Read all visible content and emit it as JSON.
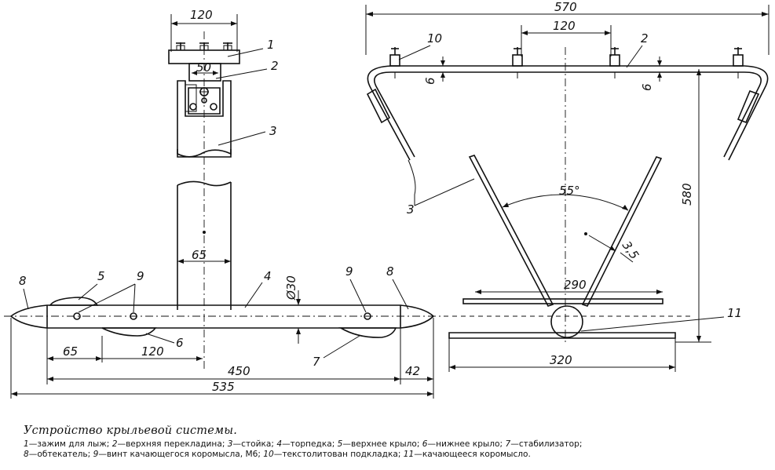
{
  "caption": {
    "title": "Устройство крыльевой системы.",
    "legend": [
      {
        "num": "1",
        "text": "зажим для лыж;"
      },
      {
        "num": "2",
        "text": "верхняя перекладина;"
      },
      {
        "num": "3",
        "text": "стойка;"
      },
      {
        "num": "4",
        "text": "торпедка;"
      },
      {
        "num": "5",
        "text": "верхнее крыло;"
      },
      {
        "num": "6",
        "text": "нижнее крыло;"
      },
      {
        "num": "7",
        "text": "стабилизатор;"
      },
      {
        "num": "8",
        "text": "обтекатель;"
      },
      {
        "num": "9",
        "text": "винт качающегося коромысла, М6;"
      },
      {
        "num": "10",
        "text": "текстолитован подкладка;"
      },
      {
        "num": "11",
        "text": "качающееся коромысло."
      }
    ]
  },
  "dimensions": {
    "clamp_spacing_side": "120",
    "stand_width": "50",
    "stand_tube": "65",
    "torpedo_diameter": "Ø30",
    "offset_front": "65",
    "wing_spacing": "120",
    "torpedo_length": "450",
    "total_length": "535",
    "tail_length": "42",
    "crossbar_length": "570",
    "clamp_spacing_front": "120",
    "pad_left": "6",
    "pad_right": "6",
    "height": "580",
    "wing_angle": "55°",
    "strut_thickness": "3,5",
    "upper_wing_span": "290",
    "lower_wing_span": "320"
  },
  "callouts": {
    "c1": "1",
    "c2": "2",
    "c3": "3",
    "c4": "4",
    "c5": "5",
    "c6": "6",
    "c7": "7",
    "c8a": "8",
    "c8b": "8",
    "c9a": "9",
    "c9b": "9",
    "c10": "10",
    "c2f": "2",
    "c3f": "3",
    "c11": "11"
  }
}
